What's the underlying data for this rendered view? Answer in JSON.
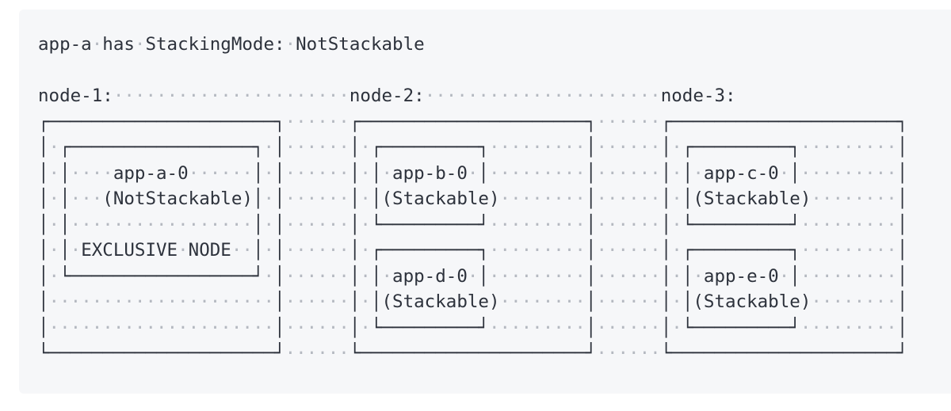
{
  "title": "app-a has StackingMode: NotStackable",
  "nodes": [
    {
      "label": "node-1:",
      "apps": [
        {
          "name": "app-a-0",
          "mode": "(NotStackable)",
          "note": "EXCLUSIVE NODE"
        }
      ]
    },
    {
      "label": "node-2:",
      "apps": [
        {
          "name": "app-b-0",
          "mode": "(Stackable)"
        },
        {
          "name": "app-d-0",
          "mode": "(Stackable)"
        }
      ]
    },
    {
      "label": "node-3:",
      "apps": [
        {
          "name": "app-c-0",
          "mode": "(Stackable)"
        },
        {
          "name": "app-e-0",
          "mode": "(Stackable)"
        }
      ]
    }
  ],
  "colors": {
    "page_bg": "#ffffff",
    "panel_bg": "#f6f7f9",
    "ink": "#2d323c",
    "dot": "#b5b9c1"
  },
  "diagram": {
    "lines": [
      "app-a has StackingMode: NotStackable",
      "",
      "node-1:                      node-2:                      node-3:",
      "┌─────────────────────┐      ┌─────────────────────┐      ┌─────────────────────┐",
      "│ ┌─────────────────┐ │      │ ┌─────────┐         │      │ ┌─────────┐         │",
      "│ │    app-a-0      │ │      │ │ app-b-0 │         │      │ │ app-c-0 │         │",
      "│ │   (NotStackable)│ │      │ │(Stackable)        │      │ │(Stackable)        │",
      "│ │                 │ │      │ └─────────┘         │      │ └─────────┘         │",
      "│ │ EXCLUSIVE NODE  │ │      │ ┌─────────┐         │      │ ┌─────────┐         │",
      "│ └─────────────────┘ │      │ │ app-d-0 │         │      │ │ app-e-0 │         │",
      "│                     │      │ │(Stackable)        │      │ │(Stackable)        │",
      "│                     │      │ └─────────┘         │      │ └─────────┘         │",
      "└─────────────────────┘      └─────────────────────┘      └─────────────────────┘"
    ]
  }
}
